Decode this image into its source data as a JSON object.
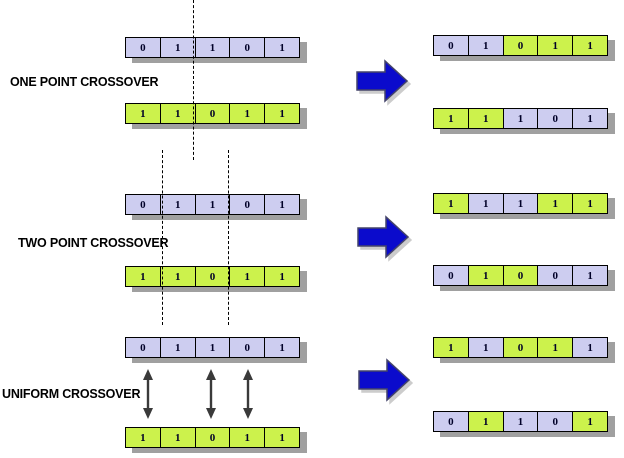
{
  "colors": {
    "gene_purple": "#cdcdf0",
    "gene_green": "#ccf24c",
    "cell_border": "#000000",
    "digit": "#000028",
    "row_shadow": "#a0a0a0",
    "arrow_blue": "#0b0bcc",
    "arrow_blue_outline": "#44446a",
    "swap_arrow_gray": "#3a3a3a",
    "label_black": "#000000"
  },
  "sections": [
    {
      "label": "ONE POINT CROSSOVER",
      "parents": [
        {
          "cells": [
            {
              "v": "0",
              "c": "purple"
            },
            {
              "v": "1",
              "c": "purple"
            },
            {
              "v": "1",
              "c": "purple"
            },
            {
              "v": "0",
              "c": "purple"
            },
            {
              "v": "1",
              "c": "purple"
            }
          ]
        },
        {
          "cells": [
            {
              "v": "1",
              "c": "green"
            },
            {
              "v": "1",
              "c": "green"
            },
            {
              "v": "0",
              "c": "green"
            },
            {
              "v": "1",
              "c": "green"
            },
            {
              "v": "1",
              "c": "green"
            }
          ]
        }
      ],
      "offspring": [
        {
          "cells": [
            {
              "v": "0",
              "c": "purple"
            },
            {
              "v": "1",
              "c": "purple"
            },
            {
              "v": "0",
              "c": "green"
            },
            {
              "v": "1",
              "c": "green"
            },
            {
              "v": "1",
              "c": "green"
            }
          ]
        },
        {
          "cells": [
            {
              "v": "1",
              "c": "green"
            },
            {
              "v": "1",
              "c": "green"
            },
            {
              "v": "1",
              "c": "purple"
            },
            {
              "v": "0",
              "c": "purple"
            },
            {
              "v": "1",
              "c": "purple"
            }
          ]
        }
      ]
    },
    {
      "label": "TWO POINT CROSSOVER",
      "parents": [
        {
          "cells": [
            {
              "v": "0",
              "c": "purple"
            },
            {
              "v": "1",
              "c": "purple"
            },
            {
              "v": "1",
              "c": "purple"
            },
            {
              "v": "0",
              "c": "purple"
            },
            {
              "v": "1",
              "c": "purple"
            }
          ]
        },
        {
          "cells": [
            {
              "v": "1",
              "c": "green"
            },
            {
              "v": "1",
              "c": "green"
            },
            {
              "v": "0",
              "c": "green"
            },
            {
              "v": "1",
              "c": "green"
            },
            {
              "v": "1",
              "c": "green"
            }
          ]
        }
      ],
      "offspring": [
        {
          "cells": [
            {
              "v": "1",
              "c": "green"
            },
            {
              "v": "1",
              "c": "purple"
            },
            {
              "v": "1",
              "c": "purple"
            },
            {
              "v": "1",
              "c": "green"
            },
            {
              "v": "1",
              "c": "green"
            }
          ]
        },
        {
          "cells": [
            {
              "v": "0",
              "c": "purple"
            },
            {
              "v": "1",
              "c": "green"
            },
            {
              "v": "0",
              "c": "green"
            },
            {
              "v": "0",
              "c": "purple"
            },
            {
              "v": "1",
              "c": "purple"
            }
          ]
        }
      ]
    },
    {
      "label": "UNIFORM CROSSOVER",
      "parents": [
        {
          "cells": [
            {
              "v": "0",
              "c": "purple"
            },
            {
              "v": "1",
              "c": "purple"
            },
            {
              "v": "1",
              "c": "purple"
            },
            {
              "v": "0",
              "c": "purple"
            },
            {
              "v": "1",
              "c": "purple"
            }
          ]
        },
        {
          "cells": [
            {
              "v": "1",
              "c": "green"
            },
            {
              "v": "1",
              "c": "green"
            },
            {
              "v": "0",
              "c": "green"
            },
            {
              "v": "1",
              "c": "green"
            },
            {
              "v": "1",
              "c": "green"
            }
          ]
        }
      ],
      "offspring": [
        {
          "cells": [
            {
              "v": "1",
              "c": "green"
            },
            {
              "v": "1",
              "c": "purple"
            },
            {
              "v": "0",
              "c": "green"
            },
            {
              "v": "1",
              "c": "green"
            },
            {
              "v": "1",
              "c": "purple"
            }
          ]
        },
        {
          "cells": [
            {
              "v": "0",
              "c": "purple"
            },
            {
              "v": "1",
              "c": "green"
            },
            {
              "v": "1",
              "c": "purple"
            },
            {
              "v": "0",
              "c": "purple"
            },
            {
              "v": "1",
              "c": "green"
            }
          ]
        }
      ]
    }
  ]
}
